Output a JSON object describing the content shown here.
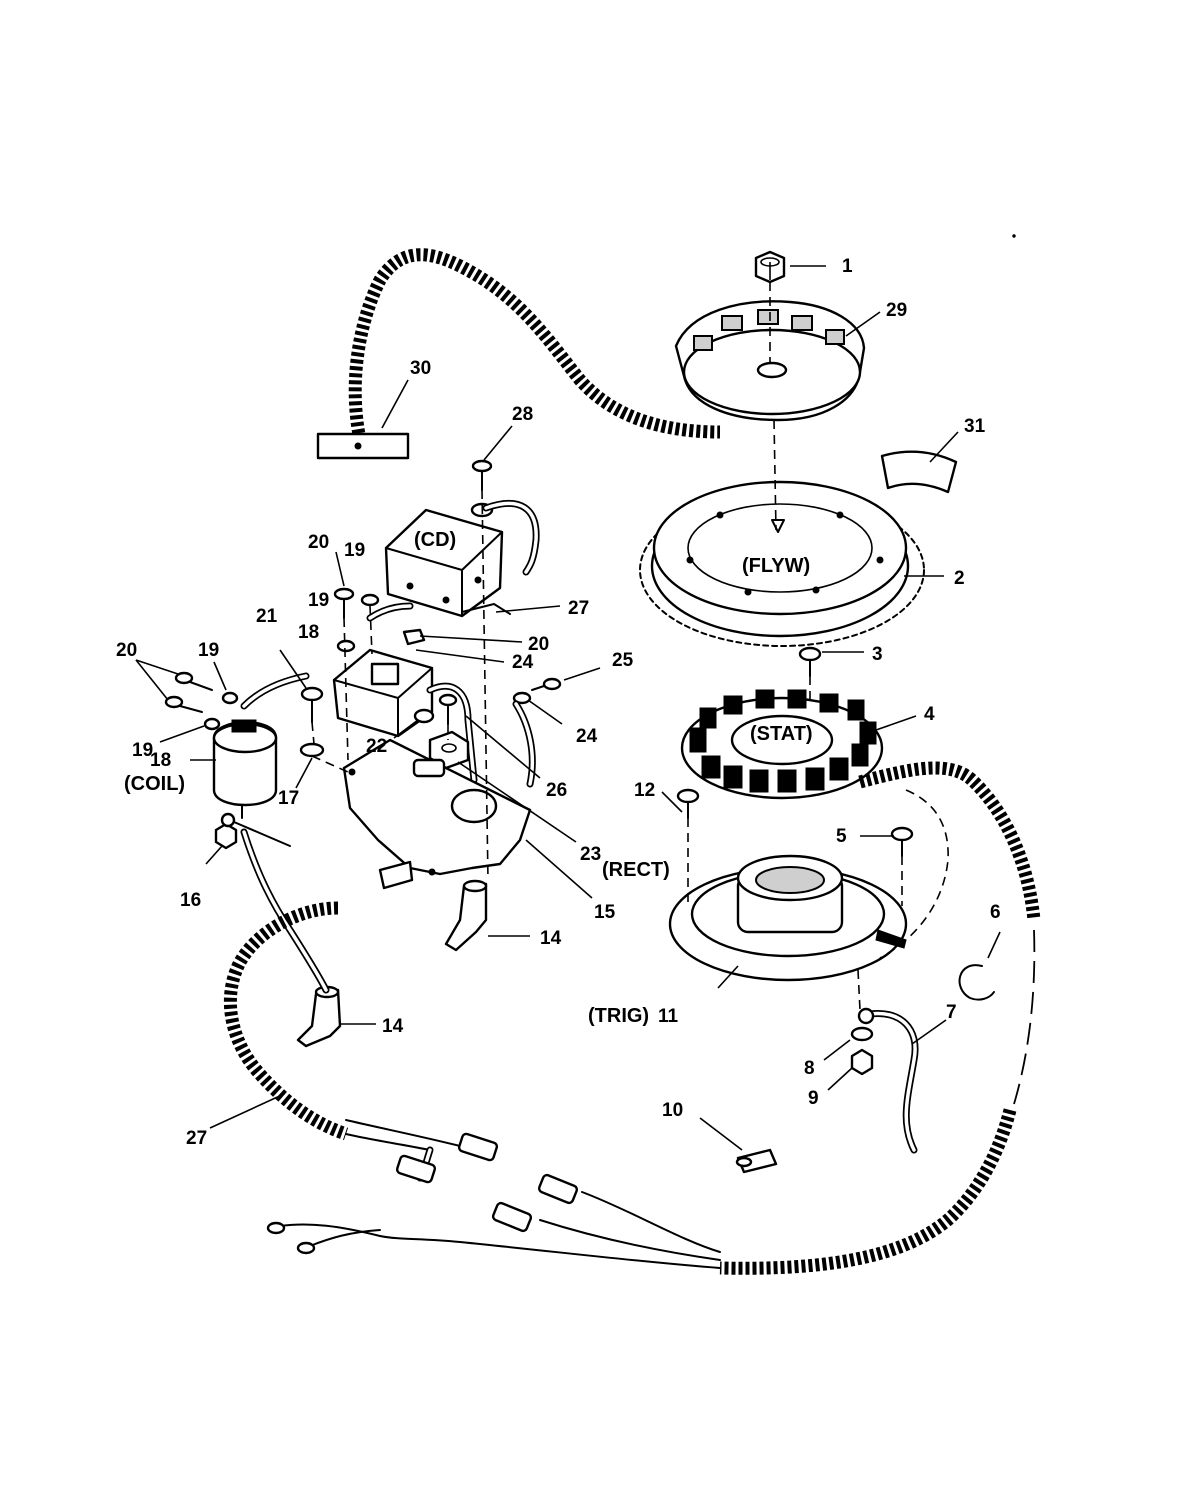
{
  "callouts": [
    {
      "id": "c1",
      "text": "1"
    },
    {
      "id": "c29",
      "text": "29"
    },
    {
      "id": "c30",
      "text": "30"
    },
    {
      "id": "c28",
      "text": "28"
    },
    {
      "id": "c31",
      "text": "31"
    },
    {
      "id": "c2",
      "text": "2"
    },
    {
      "id": "c20a",
      "text": "20"
    },
    {
      "id": "c19a",
      "text": "19"
    },
    {
      "id": "c19b",
      "text": "19"
    },
    {
      "id": "c27a",
      "text": "27"
    },
    {
      "id": "c20b",
      "text": "20"
    },
    {
      "id": "c24a",
      "text": "24"
    },
    {
      "id": "c3",
      "text": "3"
    },
    {
      "id": "c21",
      "text": "21"
    },
    {
      "id": "c18a",
      "text": "18"
    },
    {
      "id": "c20c",
      "text": "20"
    },
    {
      "id": "c19c",
      "text": "19"
    },
    {
      "id": "c25",
      "text": "25"
    },
    {
      "id": "c24b",
      "text": "24"
    },
    {
      "id": "c4",
      "text": "4"
    },
    {
      "id": "c19d",
      "text": "19"
    },
    {
      "id": "c22",
      "text": "22"
    },
    {
      "id": "c26",
      "text": "26"
    },
    {
      "id": "c18b",
      "text": "18"
    },
    {
      "id": "c17",
      "text": "17"
    },
    {
      "id": "c12",
      "text": "12"
    },
    {
      "id": "c23",
      "text": "23"
    },
    {
      "id": "c5",
      "text": "5"
    },
    {
      "id": "c16",
      "text": "16"
    },
    {
      "id": "c15",
      "text": "15"
    },
    {
      "id": "c6",
      "text": "6"
    },
    {
      "id": "c14a",
      "text": "14"
    },
    {
      "id": "c11",
      "text": "11"
    },
    {
      "id": "c7",
      "text": "7"
    },
    {
      "id": "c14b",
      "text": "14"
    },
    {
      "id": "c8",
      "text": "8"
    },
    {
      "id": "c9",
      "text": "9"
    },
    {
      "id": "c10",
      "text": "10"
    },
    {
      "id": "c27b",
      "text": "27"
    }
  ],
  "tags": {
    "cd": "(CD)",
    "flyw": "(FLYW)",
    "stat": "(STAT)",
    "coil": "(COIL)",
    "rect": "(RECT)",
    "trig": "(TRIG)"
  }
}
